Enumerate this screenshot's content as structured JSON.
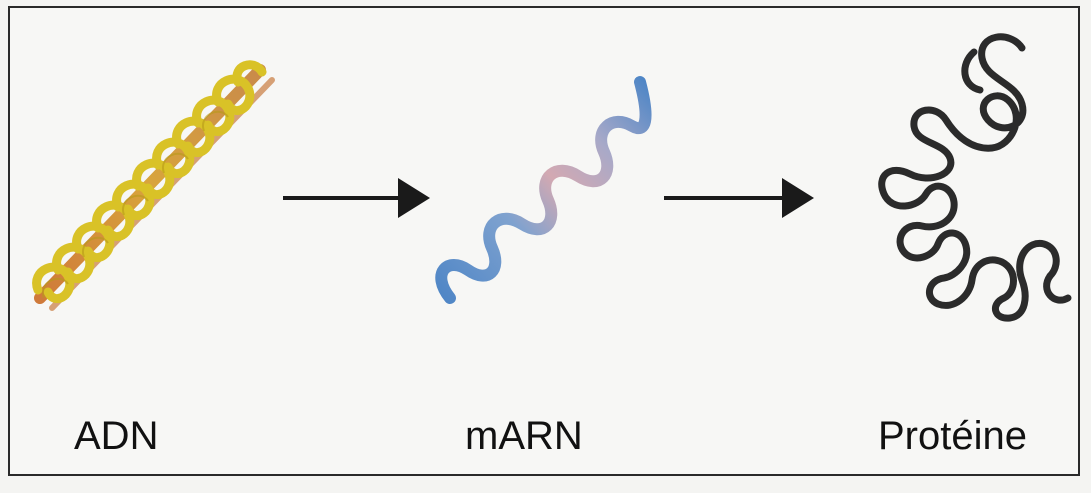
{
  "labels": {
    "dna": "ADN",
    "mrna": "mARN",
    "protein": "Protéine"
  },
  "colors": {
    "dna_helix": "#d8c026",
    "dna_backbone": "#c9864a",
    "mrna_blue": "#4f86c6",
    "mrna_pink": "#c9a6b0",
    "protein_line": "#2b2b2b",
    "arrow": "#1a1a1a",
    "frame_border": "#2a2a2a"
  }
}
